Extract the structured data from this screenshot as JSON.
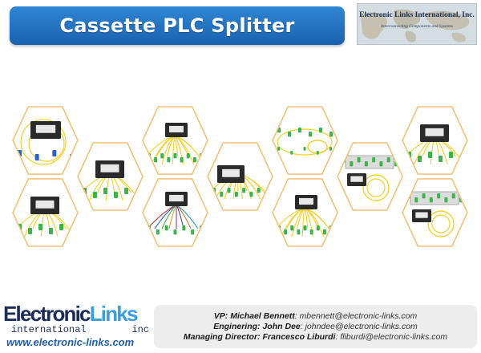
{
  "header": {
    "title": "Cassette PLC Splitter"
  },
  "corporate_logo": {
    "name": "Electronic Links International, Inc.",
    "tagline": "Interconnecting Components and Systems"
  },
  "brand": {
    "name_part1": "Electronic",
    "name_part2": "Links",
    "sub_left": "international",
    "sub_right": "inc",
    "url": "www.electronic-links.com"
  },
  "contacts": [
    {
      "role_name": "VP: Michael Bennett",
      "email": "mbennett@electronic-links.com"
    },
    {
      "role_name": "Enginering: John Dee",
      "email": "johndee@electronic-links.com"
    },
    {
      "role_name": "Managing Director: Francesco Liburdi",
      "email": "fliburdi@electronic-links.com"
    }
  ],
  "colors": {
    "banner": "#2577c9",
    "hex_border": "#f0c27a",
    "fiber_yellow": "#f2d22a",
    "connector_green": "#3ab54a",
    "connector_blue": "#2c62c8",
    "module_dark": "#2a2a2a",
    "brand_navy": "#1b2c5b",
    "brand_blue": "#3a9edb"
  },
  "gallery": [
    {
      "icon": "splitter-blue-sc-icon"
    },
    {
      "icon": "splitter-green-sc-icon"
    },
    {
      "icon": "splitter-multi-green-icon"
    },
    {
      "icon": "splitter-green-sc-icon"
    },
    {
      "icon": "splitter-colored-fiber-icon"
    },
    {
      "icon": "splitter-yellow-bundle-icon"
    },
    {
      "icon": "splitter-coil-icon"
    },
    {
      "icon": "splitter-multi-green-icon"
    },
    {
      "icon": "splitter-rack-icon"
    },
    {
      "icon": "splitter-green-sc-icon"
    },
    {
      "icon": "splitter-rack-icon"
    }
  ]
}
